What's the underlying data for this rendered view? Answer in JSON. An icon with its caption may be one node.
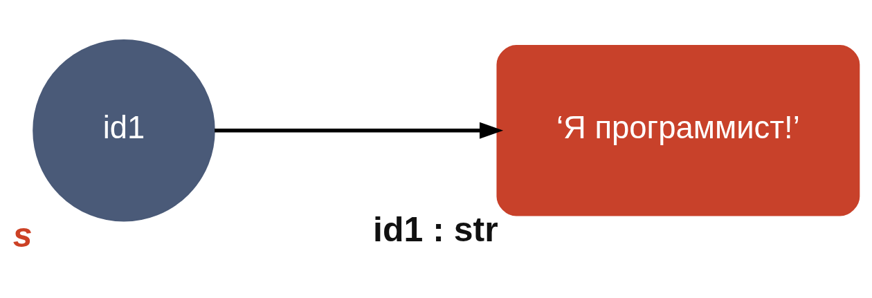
{
  "diagram": {
    "nodes": [
      {
        "text": [
          "s",
          "id1"
        ]
      },
      {
        "text": [
          "id1 : str",
          "‘Я программист!’"
        ]
      }
    ],
    "edges": [
      {
        "from": 0,
        "to": 1,
        "arrow": "to"
      }
    ]
  }
}
